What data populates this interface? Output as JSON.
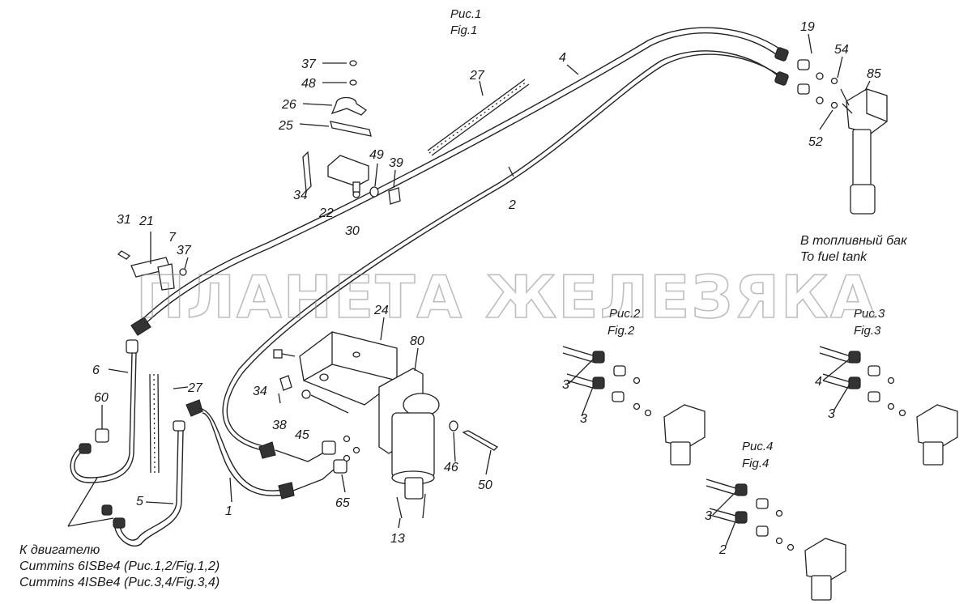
{
  "figure_captions": {
    "fig1_ru": "Рис.1",
    "fig1_en": "Fig.1",
    "fig2_ru": "Рис.2",
    "fig2_en": "Fig.2",
    "fig3_ru": "Рис.3",
    "fig3_en": "Fig.3",
    "fig4_ru": "Рис.4",
    "fig4_en": "Fig.4"
  },
  "notes": {
    "fuel_tank_ru": "В топливный бак",
    "fuel_tank_en": "To fuel tank",
    "engine_ru": "К двигателю",
    "engine_6": "Cummins 6ISBe4 (Рис.1,2/Fig.1,2)",
    "engine_4": "Cummins 4ISBe4 (Рис.3,4/Fig.3,4)"
  },
  "watermark": "ПЛАНЕТА ЖЕЛЕЗЯКА",
  "callouts": [
    {
      "id": "c19",
      "text": "19"
    },
    {
      "id": "c54",
      "text": "54"
    },
    {
      "id": "c85",
      "text": "85"
    },
    {
      "id": "c52",
      "text": "52"
    },
    {
      "id": "c4a",
      "text": "4"
    },
    {
      "id": "c27a",
      "text": "27"
    },
    {
      "id": "c2",
      "text": "2"
    },
    {
      "id": "c37a",
      "text": "37"
    },
    {
      "id": "c48",
      "text": "48"
    },
    {
      "id": "c26",
      "text": "26"
    },
    {
      "id": "c25",
      "text": "25"
    },
    {
      "id": "c49",
      "text": "49"
    },
    {
      "id": "c39",
      "text": "39"
    },
    {
      "id": "c34a",
      "text": "34"
    },
    {
      "id": "c22",
      "text": "22"
    },
    {
      "id": "c30",
      "text": "30"
    },
    {
      "id": "c31",
      "text": "31"
    },
    {
      "id": "c21",
      "text": "21"
    },
    {
      "id": "c7",
      "text": "7"
    },
    {
      "id": "c37b",
      "text": "37"
    },
    {
      "id": "c24",
      "text": "24"
    },
    {
      "id": "c80",
      "text": "80"
    },
    {
      "id": "c6",
      "text": "6"
    },
    {
      "id": "c60",
      "text": "60"
    },
    {
      "id": "c27b",
      "text": "27"
    },
    {
      "id": "c34b",
      "text": "34"
    },
    {
      "id": "c38",
      "text": "38"
    },
    {
      "id": "c45",
      "text": "45"
    },
    {
      "id": "c46",
      "text": "46"
    },
    {
      "id": "c50",
      "text": "50"
    },
    {
      "id": "c65",
      "text": "65"
    },
    {
      "id": "c5",
      "text": "5"
    },
    {
      "id": "c1",
      "text": "1"
    },
    {
      "id": "c13",
      "text": "13"
    },
    {
      "id": "c3f2a",
      "text": "3"
    },
    {
      "id": "c3f2b",
      "text": "3"
    },
    {
      "id": "c4f3",
      "text": "4"
    },
    {
      "id": "c3f3",
      "text": "3"
    },
    {
      "id": "c3f4",
      "text": "3"
    },
    {
      "id": "c2f4",
      "text": "2"
    }
  ]
}
